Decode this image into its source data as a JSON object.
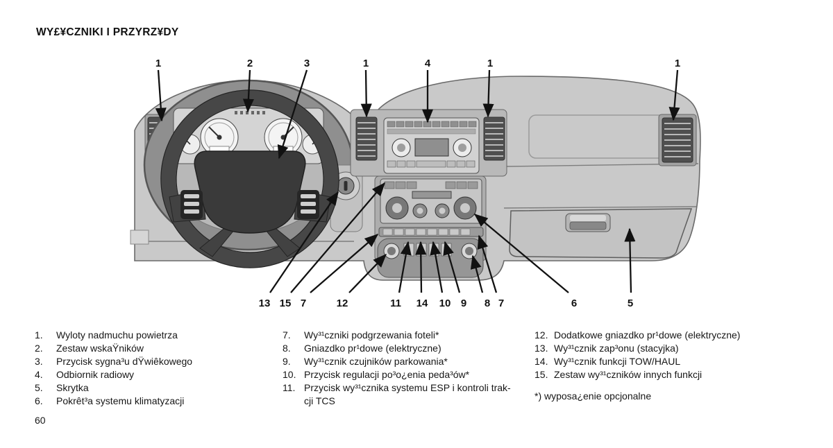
{
  "title": "WY£¥CZNIKI I PRZYRZ¥DY",
  "page_number": "60",
  "callouts": {
    "top": [
      {
        "label": "1"
      },
      {
        "label": "2"
      },
      {
        "label": "3"
      },
      {
        "label": "1"
      },
      {
        "label": "4"
      },
      {
        "label": "1"
      },
      {
        "label": "1"
      }
    ],
    "bottom": [
      {
        "label": "13"
      },
      {
        "label": "15"
      },
      {
        "label": "7"
      },
      {
        "label": "12"
      },
      {
        "label": "11"
      },
      {
        "label": "14"
      },
      {
        "label": "10"
      },
      {
        "label": "9"
      },
      {
        "label": "8"
      },
      {
        "label": "7"
      },
      {
        "label": "6"
      },
      {
        "label": "5"
      }
    ]
  },
  "legend": {
    "columns": [
      {
        "items": [
          {
            "num": "1.",
            "text": "Wyloty nadmuchu powietrza"
          },
          {
            "num": "2.",
            "text": "Zestaw wskaŸników"
          },
          {
            "num": "3.",
            "text": "Przycisk sygna³u dŸwiêkowego"
          },
          {
            "num": "4.",
            "text": "Odbiornik radiowy"
          },
          {
            "num": "5.",
            "text": "Skrytka"
          },
          {
            "num": "6.",
            "text": "Pokrêt³a systemu klimatyzacji"
          }
        ]
      },
      {
        "items": [
          {
            "num": "7.",
            "text": "Wy³¹czniki podgrzewania foteli*"
          },
          {
            "num": "8.",
            "text": "Gniazdko pr¹dowe (elektryczne)"
          },
          {
            "num": "9.",
            "text": "Wy³¹cznik czujników parkowania*"
          },
          {
            "num": "10.",
            "text": "Przycisk regulacji po³o¿enia peda³ów*"
          },
          {
            "num": "11.",
            "text": "Przycisk wy³¹cznika systemu ESP i kontroli trak-",
            "text2": "cji TCS"
          }
        ]
      },
      {
        "items": [
          {
            "num": "12.",
            "text": "Dodatkowe gniazdko pr¹dowe (elektryczne)"
          },
          {
            "num": "13.",
            "text": "Wy³¹cznik zap³onu (stacyjka)"
          },
          {
            "num": "14.",
            "text": "Wy³¹cznik funkcji TOW/HAUL"
          },
          {
            "num": "15.",
            "text": "Zestaw wy³¹czników innych funkcji"
          }
        ]
      }
    ],
    "footnote": "*) wyposa¿enie opcjonalne"
  }
}
